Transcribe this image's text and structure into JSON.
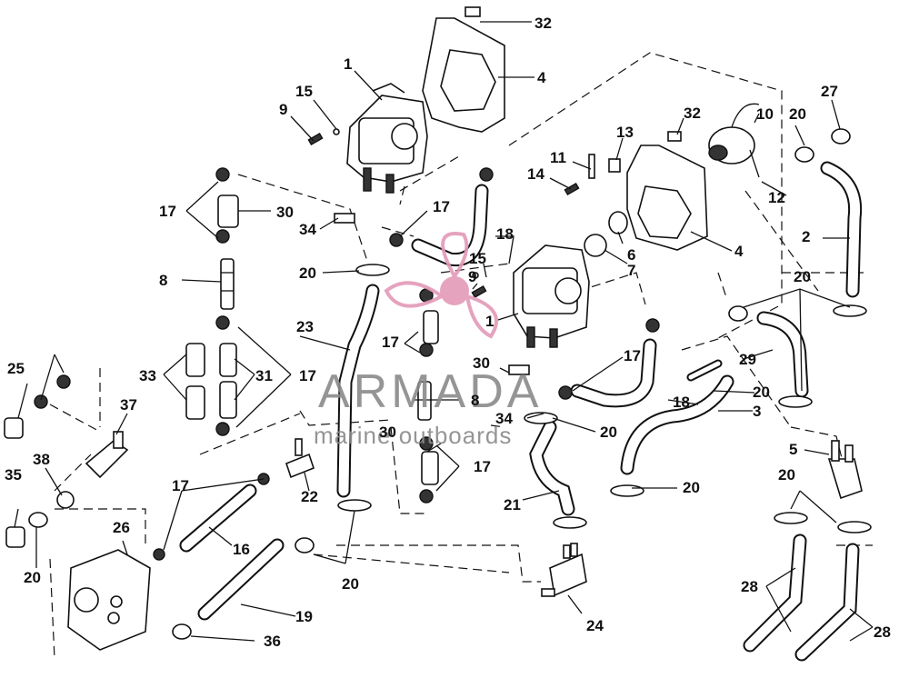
{
  "watermark": {
    "brand": "ARMADA",
    "tagline": "marine outboards",
    "logo_color": "#e39ab8",
    "text_color": "#8a8a8a"
  },
  "colors": {
    "line": "#111111",
    "background": "#ffffff"
  },
  "callouts": [
    {
      "id": "c1",
      "label": "32"
    },
    {
      "id": "c2",
      "label": "4"
    },
    {
      "id": "c3",
      "label": "1"
    },
    {
      "id": "c4",
      "label": "15"
    },
    {
      "id": "c5",
      "label": "9"
    },
    {
      "id": "c6",
      "label": "10"
    },
    {
      "id": "c7",
      "label": "20"
    },
    {
      "id": "c8",
      "label": "27"
    },
    {
      "id": "c9",
      "label": "32"
    },
    {
      "id": "c10",
      "label": "13"
    },
    {
      "id": "c11",
      "label": "11"
    },
    {
      "id": "c12",
      "label": "14"
    },
    {
      "id": "c13",
      "label": "12"
    },
    {
      "id": "c14",
      "label": "17"
    },
    {
      "id": "c15",
      "label": "30"
    },
    {
      "id": "c16",
      "label": "17"
    },
    {
      "id": "c17",
      "label": "18"
    },
    {
      "id": "c18",
      "label": "34"
    },
    {
      "id": "c19",
      "label": "2"
    },
    {
      "id": "c20",
      "label": "6"
    },
    {
      "id": "c21",
      "label": "4"
    },
    {
      "id": "c22",
      "label": "15"
    },
    {
      "id": "c23",
      "label": "7"
    },
    {
      "id": "c24",
      "label": "9"
    },
    {
      "id": "c25",
      "label": "20"
    },
    {
      "id": "c26",
      "label": "8"
    },
    {
      "id": "c27",
      "label": "20"
    },
    {
      "id": "c28",
      "label": "1"
    },
    {
      "id": "c29",
      "label": "23"
    },
    {
      "id": "c30",
      "label": "17"
    },
    {
      "id": "c31",
      "label": "17"
    },
    {
      "id": "c32",
      "label": "29"
    },
    {
      "id": "c33",
      "label": "25"
    },
    {
      "id": "c34",
      "label": "33"
    },
    {
      "id": "c35",
      "label": "31"
    },
    {
      "id": "c36",
      "label": "17"
    },
    {
      "id": "c37",
      "label": "30"
    },
    {
      "id": "c38",
      "label": "8"
    },
    {
      "id": "c39",
      "label": "20"
    },
    {
      "id": "c40",
      "label": "18"
    },
    {
      "id": "c41",
      "label": "3"
    },
    {
      "id": "c42",
      "label": "37"
    },
    {
      "id": "c43",
      "label": "34"
    },
    {
      "id": "c44",
      "label": "20"
    },
    {
      "id": "c45",
      "label": "30"
    },
    {
      "id": "c46",
      "label": "5"
    },
    {
      "id": "c47",
      "label": "38"
    },
    {
      "id": "c48",
      "label": "17"
    },
    {
      "id": "c49",
      "label": "20"
    },
    {
      "id": "c50",
      "label": "35"
    },
    {
      "id": "c51",
      "label": "22"
    },
    {
      "id": "c52",
      "label": "17"
    },
    {
      "id": "c53",
      "label": "21"
    },
    {
      "id": "c54",
      "label": "20"
    },
    {
      "id": "c55",
      "label": "26"
    },
    {
      "id": "c56",
      "label": "16"
    },
    {
      "id": "c57",
      "label": "20"
    },
    {
      "id": "c58",
      "label": "20"
    },
    {
      "id": "c59",
      "label": "28"
    },
    {
      "id": "c60",
      "label": "24"
    },
    {
      "id": "c61",
      "label": "19"
    },
    {
      "id": "c62",
      "label": "28"
    },
    {
      "id": "c63",
      "label": "36"
    }
  ]
}
